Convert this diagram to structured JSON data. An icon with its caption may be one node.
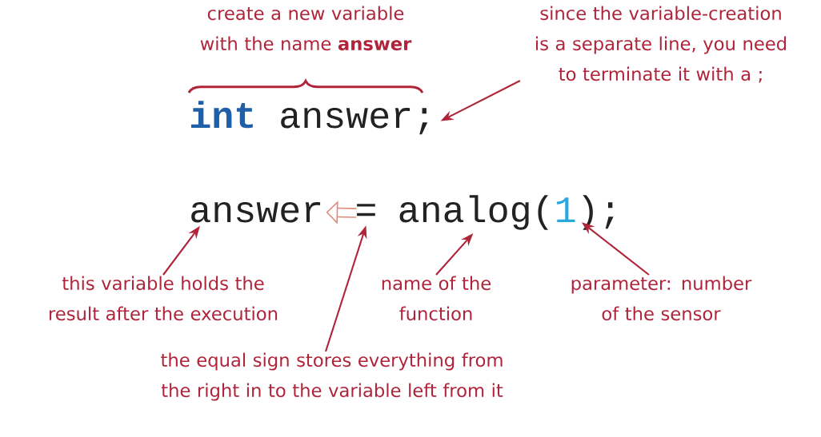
{
  "diagram": {
    "nodes": [
      {
        "text": [
          "answer;"
        ]
      },
      {
        "text": [
          "since the variable-creation is a separate line, you need to terminate it with a ;"
        ]
      },
      {
        "text": [
          "answer"
        ]
      },
      {
        "text": [
          "="
        ]
      },
      {
        "text": [
          "analog("
        ]
      },
      {
        "text": [
          "1"
        ]
      },
      {
        "text": [
          "this variable holds the result after the execution"
        ]
      },
      {
        "text": [
          "name of the function"
        ]
      },
      {
        "text": [
          "parameter: number of the sensor"
        ]
      },
      {
        "text": [
          "the equal sign stores everything from the right in to the variable left from it"
        ]
      }
    ],
    "edges": [
      {
        "from": 1,
        "to": 0,
        "arrow": "to"
      },
      {
        "from": 6,
        "to": 2,
        "arrow": "to"
      },
      {
        "from": 9,
        "to": 3,
        "arrow": "to"
      },
      {
        "from": 7,
        "to": 4,
        "arrow": "to"
      },
      {
        "from": 8,
        "to": 5,
        "arrow": "to"
      },
      {
        "from": 3,
        "to": 2,
        "arrow": "to",
        "style": "thick",
        "color": "#e08a7a"
      }
    ],
    "labels": [
      "create a new variable with the name **answer**",
      "int",
      ");"
    ]
  }
}
